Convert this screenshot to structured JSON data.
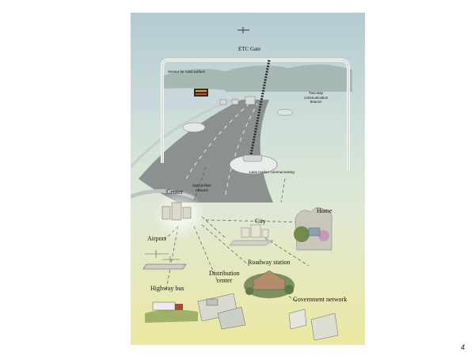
{
  "labels": {
    "etc_gate": "ETC Gate",
    "sensor": "Sensor for road surface",
    "two_way_line1": "Two-way",
    "two_way_line2": "communication",
    "two_way_line3": "beacon",
    "lane_marker": "Lane marker communicating",
    "optical_fiber_line1": "Optical fiber",
    "optical_fiber_line2": "network",
    "center": "Center",
    "city": "City",
    "home": "Home",
    "airport": "Airport",
    "roadway_station": "Roadway station",
    "distribution_line1": "Distribution",
    "distribution_line2": "center",
    "highway_bus": "Highway bus",
    "government_network": "Government network"
  },
  "page_number": "4",
  "colors": {
    "sky_top": "#b9cfd6",
    "sky_mid": "#d6e3d9",
    "ground_bottom": "#e9e79f",
    "road": "#8a9190",
    "gate_frame": "#f4f4f2"
  }
}
